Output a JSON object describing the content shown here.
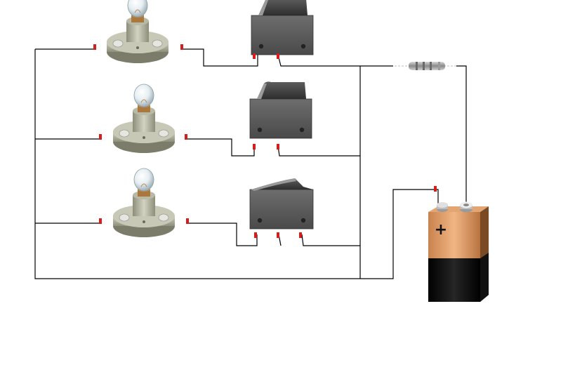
{
  "diagram": {
    "battery": {
      "positive_label": "+"
    },
    "components": {
      "lamps": [
        "lamp-1",
        "lamp-2",
        "lamp-3"
      ],
      "switches": [
        "rocker-switch-1",
        "rocker-switch-2",
        "rocker-switch-3"
      ],
      "resistor": "resistor"
    },
    "colors": {
      "wire": "#000000",
      "terminal_marker": "#d81c1c",
      "battery_top": "#d7955f",
      "battery_body": "#0d0d0d",
      "switch_body": "#5a5a5a",
      "lamp_base": "#b9b9a6"
    }
  }
}
